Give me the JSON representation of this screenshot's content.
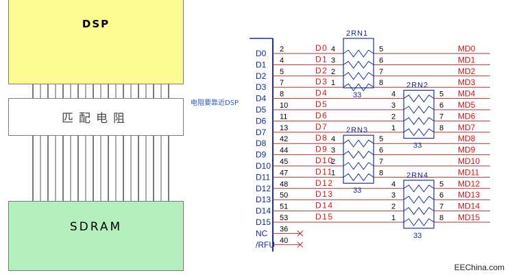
{
  "left": {
    "dsp_label": "DSP",
    "match_label": "匹配电阻",
    "sdram_label": "SDRAM",
    "note": "电阻要靠近DSP"
  },
  "schematic": {
    "signals": [
      {
        "name": "D0",
        "pin": "2",
        "net": "D0",
        "md": "MD0"
      },
      {
        "name": "D1",
        "pin": "4",
        "net": "D1",
        "md": "MD1"
      },
      {
        "name": "D2",
        "pin": "5",
        "net": "D2",
        "md": "MD2"
      },
      {
        "name": "D3",
        "pin": "7",
        "net": "D3",
        "md": "MD3"
      },
      {
        "name": "D4",
        "pin": "8",
        "net": "D4",
        "md": "MD4"
      },
      {
        "name": "D5",
        "pin": "10",
        "net": "D5",
        "md": "MD5"
      },
      {
        "name": "D6",
        "pin": "11",
        "net": "D6",
        "md": "MD6"
      },
      {
        "name": "D7",
        "pin": "13",
        "net": "D7",
        "md": "MD7"
      },
      {
        "name": "D8",
        "pin": "42",
        "net": "D8",
        "md": "MD8"
      },
      {
        "name": "D9",
        "pin": "44",
        "net": "D9",
        "md": "MD9"
      },
      {
        "name": "D10",
        "pin": "45",
        "net": "D10",
        "md": "MD10"
      },
      {
        "name": "D11",
        "pin": "47",
        "net": "D11",
        "md": "MD11"
      },
      {
        "name": "D12",
        "pin": "48",
        "net": "D12",
        "md": "MD12"
      },
      {
        "name": "D13",
        "pin": "50",
        "net": "D13",
        "md": "MD13"
      },
      {
        "name": "D14",
        "pin": "51",
        "net": "D14",
        "md": "MD14"
      },
      {
        "name": "D15",
        "pin": "53",
        "net": "D15",
        "md": "MD15"
      },
      {
        "name": "NC",
        "pin": "36",
        "net": "",
        "md": ""
      },
      {
        "name": "/RFU",
        "pin": "40",
        "net": "",
        "md": ""
      }
    ],
    "networks": [
      {
        "name": "2RN1",
        "value": "33",
        "left_pins": [
          "4",
          "3",
          "2",
          "1"
        ],
        "right_pins": [
          "5",
          "6",
          "7",
          "8"
        ]
      },
      {
        "name": "2RN2",
        "value": "33",
        "left_pins": [
          "4",
          "3",
          "2",
          "1"
        ],
        "right_pins": [
          "5",
          "6",
          "7",
          "8"
        ]
      },
      {
        "name": "2RN3",
        "value": "33",
        "left_pins": [
          "4",
          "3",
          "2",
          "1"
        ],
        "right_pins": [
          "5",
          "6",
          "7",
          "8"
        ]
      },
      {
        "name": "2RN4",
        "value": "33",
        "left_pins": [
          "4",
          "3",
          "2",
          "1"
        ],
        "right_pins": [
          "5",
          "6",
          "7",
          "8"
        ]
      }
    ]
  },
  "watermark": "EEChina.com"
}
